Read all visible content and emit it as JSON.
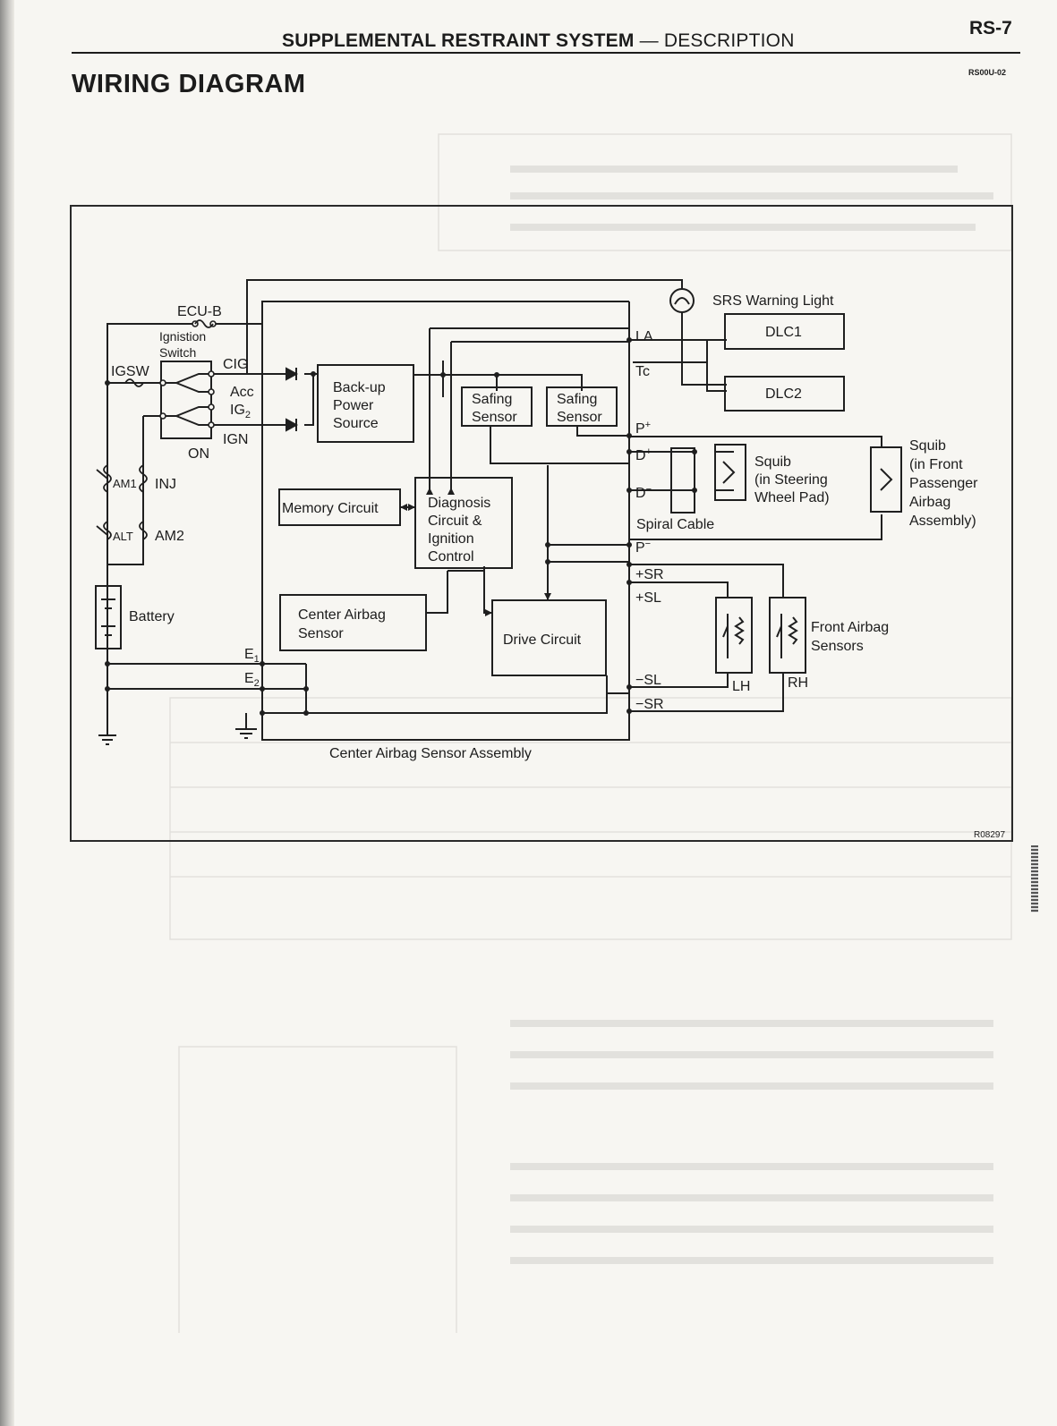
{
  "header": {
    "title_main": "SUPPLEMENTAL RESTRAINT SYSTEM",
    "title_sep": " — ",
    "title_sub": "DESCRIPTION",
    "page_number": "RS-7"
  },
  "section_title": "WIRING DIAGRAM",
  "ref_code": "RS00U-02",
  "figure_code": "R08297",
  "labels": {
    "ecu_b": "ECU-B",
    "ignition": "Ignistion",
    "switch": "Switch",
    "igsw": "IGSW",
    "cig": "CIG",
    "acc": "Acc",
    "ig2": "IG",
    "ig2_sub": "2",
    "ign": "IGN",
    "on": "ON",
    "am1": "AM1",
    "inj": "INJ",
    "alt": "ALT",
    "am2": "AM2",
    "battery": "Battery",
    "backup_1": "Back-up",
    "backup_2": "Power",
    "backup_3": "Source",
    "safing_a_1": "Safing",
    "safing_a_2": "Sensor",
    "safing_b_1": "Safing",
    "safing_b_2": "Sensor",
    "memory": "Memory Circuit",
    "diag_1": "Diagnosis",
    "diag_2": "Circuit &",
    "diag_3": "Ignition",
    "diag_4": "Control",
    "center_1": "Center Airbag",
    "center_2": "Sensor",
    "drive": "Drive Circuit",
    "srs_warning": "SRS Warning Light",
    "dlc1": "DLC1",
    "dlc2": "DLC2",
    "pin_la": "LA",
    "pin_tc": "Tc",
    "pin_pp": "P",
    "pin_pp_sup": "+",
    "pin_dp": "D",
    "pin_dp_sup": "+",
    "pin_dm": "D",
    "pin_dm_sup": "−",
    "pin_pm": "P",
    "pin_pm_sup": "−",
    "pin_sr": "+SR",
    "pin_sl": "+SL",
    "pin_msl": "−SL",
    "pin_msr": "−SR",
    "squib_sw_1": "Squib",
    "squib_sw_2": "(in Steering",
    "squib_sw_3": "Wheel Pad)",
    "spiral": "Spiral Cable",
    "squib_fp_1": "Squib",
    "squib_fp_2": "(in Front",
    "squib_fp_3": "Passenger",
    "squib_fp_4": "Airbag",
    "squib_fp_5": "Assembly)",
    "front_1": "Front Airbag",
    "front_2": "Sensors",
    "lh": "LH",
    "rh": "RH",
    "e1": "E",
    "e1_sub": "1",
    "e2": "E",
    "e2_sub": "2",
    "assembly": "Center Airbag Sensor Assembly"
  }
}
